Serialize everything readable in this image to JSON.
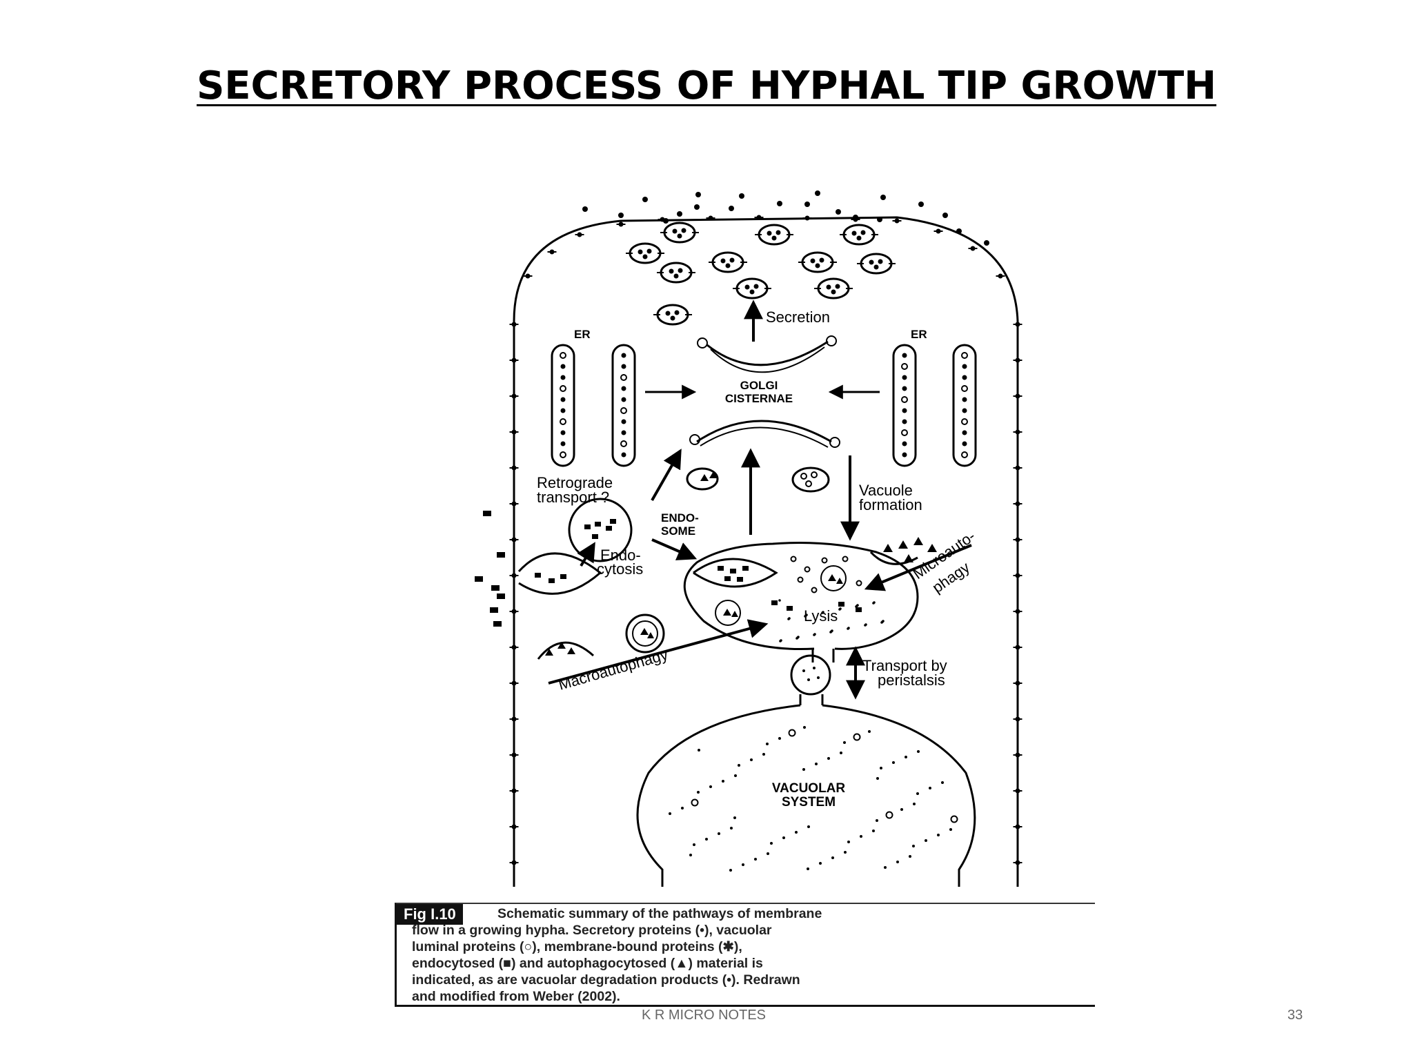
{
  "title": "SECRETORY PROCESS OF HYPHAL TIP GROWTH",
  "diagram": {
    "labels": {
      "er_left": "ER",
      "er_right": "ER",
      "secretion": "Secretion",
      "golgi_line1": "GOLGI",
      "golgi_line2": "CISTERNAE",
      "retrograde_line1": "Retrograde",
      "retrograde_line2": "transport ?",
      "endosome_line1": "ENDO-",
      "endosome_line2": "SOME",
      "endocytosis_line1": "Endo-",
      "endocytosis_line2": "cytosis",
      "vacuole_formation_line1": "Vacuole",
      "vacuole_formation_line2": "formation",
      "microautophagy_line1": "Microauto-",
      "microautophagy_line2": "phagy",
      "lysis": "Lysis",
      "macroautophagy": "Macroautophagy",
      "transport_line1": "Transport by",
      "transport_line2": "peristalsis",
      "vacuolar_line1": "VACUOLAR",
      "vacuolar_line2": "SYSTEM"
    }
  },
  "caption": {
    "fig_label": "Fig I.10",
    "line1": "Schematic summary of the pathways of membrane",
    "line2": "flow in a growing hypha. Secretory proteins (•), vacuolar",
    "line3": "luminal proteins (○), membrane-bound proteins (✱),",
    "line4": "endocytosed (■) and autophagocytosed (▲) material is",
    "line5": "indicated, as are vacuolar degradation products (•). Redrawn",
    "line6": "and modified from Weber (2002)."
  },
  "footer": "K R MICRO NOTES",
  "page_number": "33"
}
